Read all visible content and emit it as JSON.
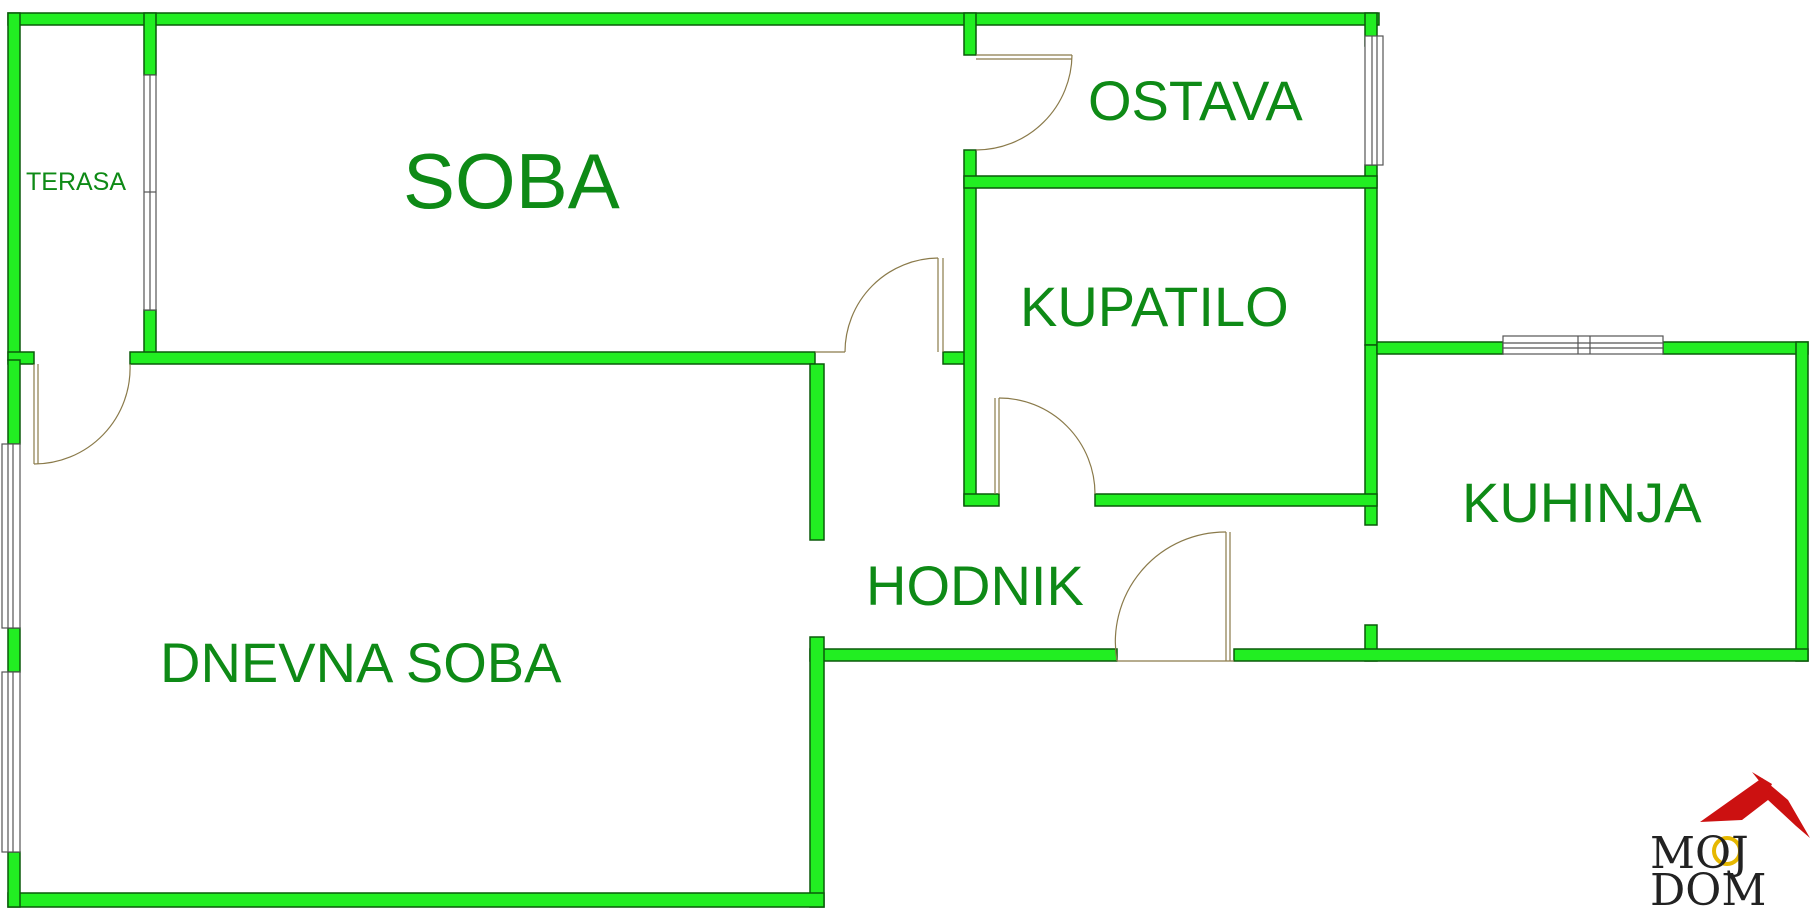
{
  "rooms": {
    "terasa": "TERASA",
    "soba": "SOBA",
    "ostava": "OSTAVA",
    "kupatilo": "KUPATILO",
    "kuhinja": "KUHINJA",
    "hodnik": "HODNIK",
    "dnevna_soba": "DNEVNA SOBA"
  },
  "logo": {
    "line1": "MOJ",
    "line2": "DOM"
  },
  "colors": {
    "wall_fill": "#22ee22",
    "wall_outline": "#0a5a0a",
    "label": "#0e8a16",
    "door_arc": "#8a7a4a",
    "logo_roof": "#cc1111",
    "logo_ring": "#e6b800"
  }
}
